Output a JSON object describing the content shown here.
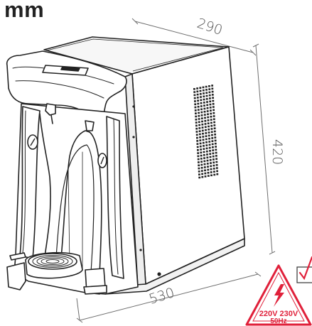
{
  "unit_label": "mm",
  "dimensions": {
    "width": "290",
    "height": "420",
    "depth": "530"
  },
  "electrical": {
    "voltage": "220V 230V",
    "frequency": "50Hz"
  },
  "colors": {
    "line": "#222222",
    "dimension_line": "#6f6f6f",
    "warning": "#e0203a"
  },
  "icons": [
    "lightning-icon",
    "check-mark-icon"
  ]
}
